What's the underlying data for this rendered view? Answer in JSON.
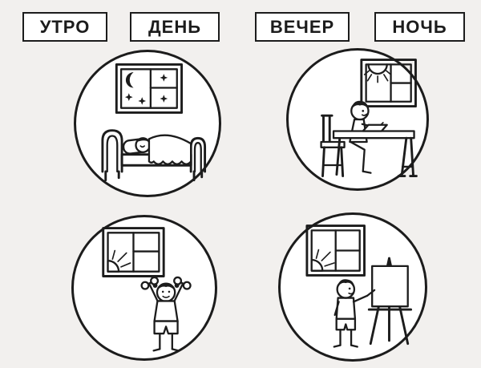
{
  "colors": {
    "background": "#f2f0ee",
    "ink": "#1c1c1c",
    "panel": "#ffffff"
  },
  "labels": [
    {
      "id": "morning",
      "text": "УТРО"
    },
    {
      "id": "day",
      "text": "ДЕНЬ"
    },
    {
      "id": "evening",
      "text": "ВЕЧЕР"
    },
    {
      "id": "night",
      "text": "НОЧЬ"
    }
  ],
  "scenes": [
    {
      "id": "night-sleeping",
      "icon": "sleeping-child-in-bed-night-window-scene"
    },
    {
      "id": "day-homework",
      "icon": "child-writing-at-desk-sunny-window-scene"
    },
    {
      "id": "morning-exercise",
      "icon": "child-exercising-with-dumbbells-sunrise-window-scene"
    },
    {
      "id": "evening-painting",
      "icon": "child-painting-at-easel-sunny-window-scene"
    }
  ]
}
